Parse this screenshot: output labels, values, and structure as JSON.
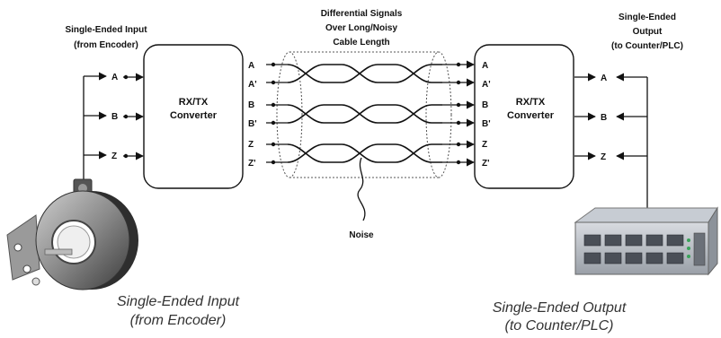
{
  "encoder_side": {
    "header_line1": "Single-Ended Input",
    "header_line2": "(from Encoder)",
    "inputs": [
      "A",
      "B",
      "Z"
    ],
    "caption_line1": "Single-Ended Input",
    "caption_line2": "(from Encoder)"
  },
  "left_converter": {
    "line1": "RX/TX",
    "line2": "Converter"
  },
  "right_converter": {
    "line1": "RX/TX",
    "line2": "Converter"
  },
  "differential_signals": [
    "A",
    "A'",
    "B",
    "B'",
    "Z",
    "Z'"
  ],
  "cable": {
    "line1": "Differential Signals",
    "line2": "Over Long/Noisy",
    "line3": "Cable Length",
    "noise_label": "Noise"
  },
  "output_side": {
    "header_line1": "Single-Ended",
    "header_line2": "Output",
    "header_line3": "(to Counter/PLC)",
    "outputs": [
      "A",
      "B",
      "Z"
    ],
    "caption_line1": "Single-Ended Output",
    "caption_line2": "(to Counter/PLC)"
  }
}
